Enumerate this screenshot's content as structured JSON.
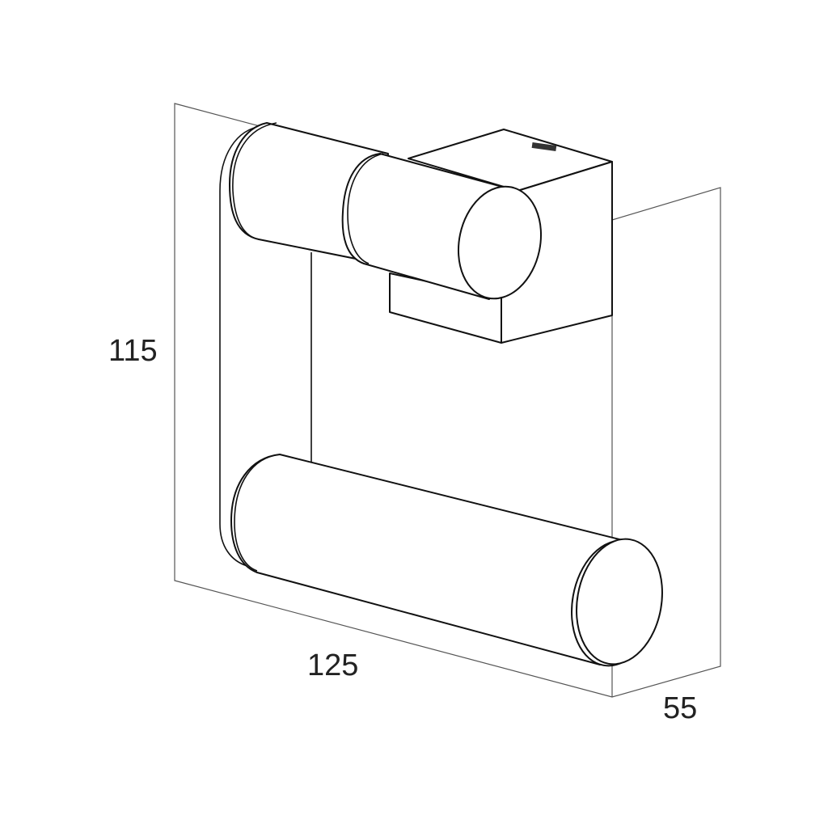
{
  "dimensions": {
    "height": "115",
    "width": "125",
    "depth": "55"
  },
  "colors": {
    "line": "#111111",
    "box_line": "#555555",
    "label": "#222222",
    "background": "#ffffff"
  }
}
